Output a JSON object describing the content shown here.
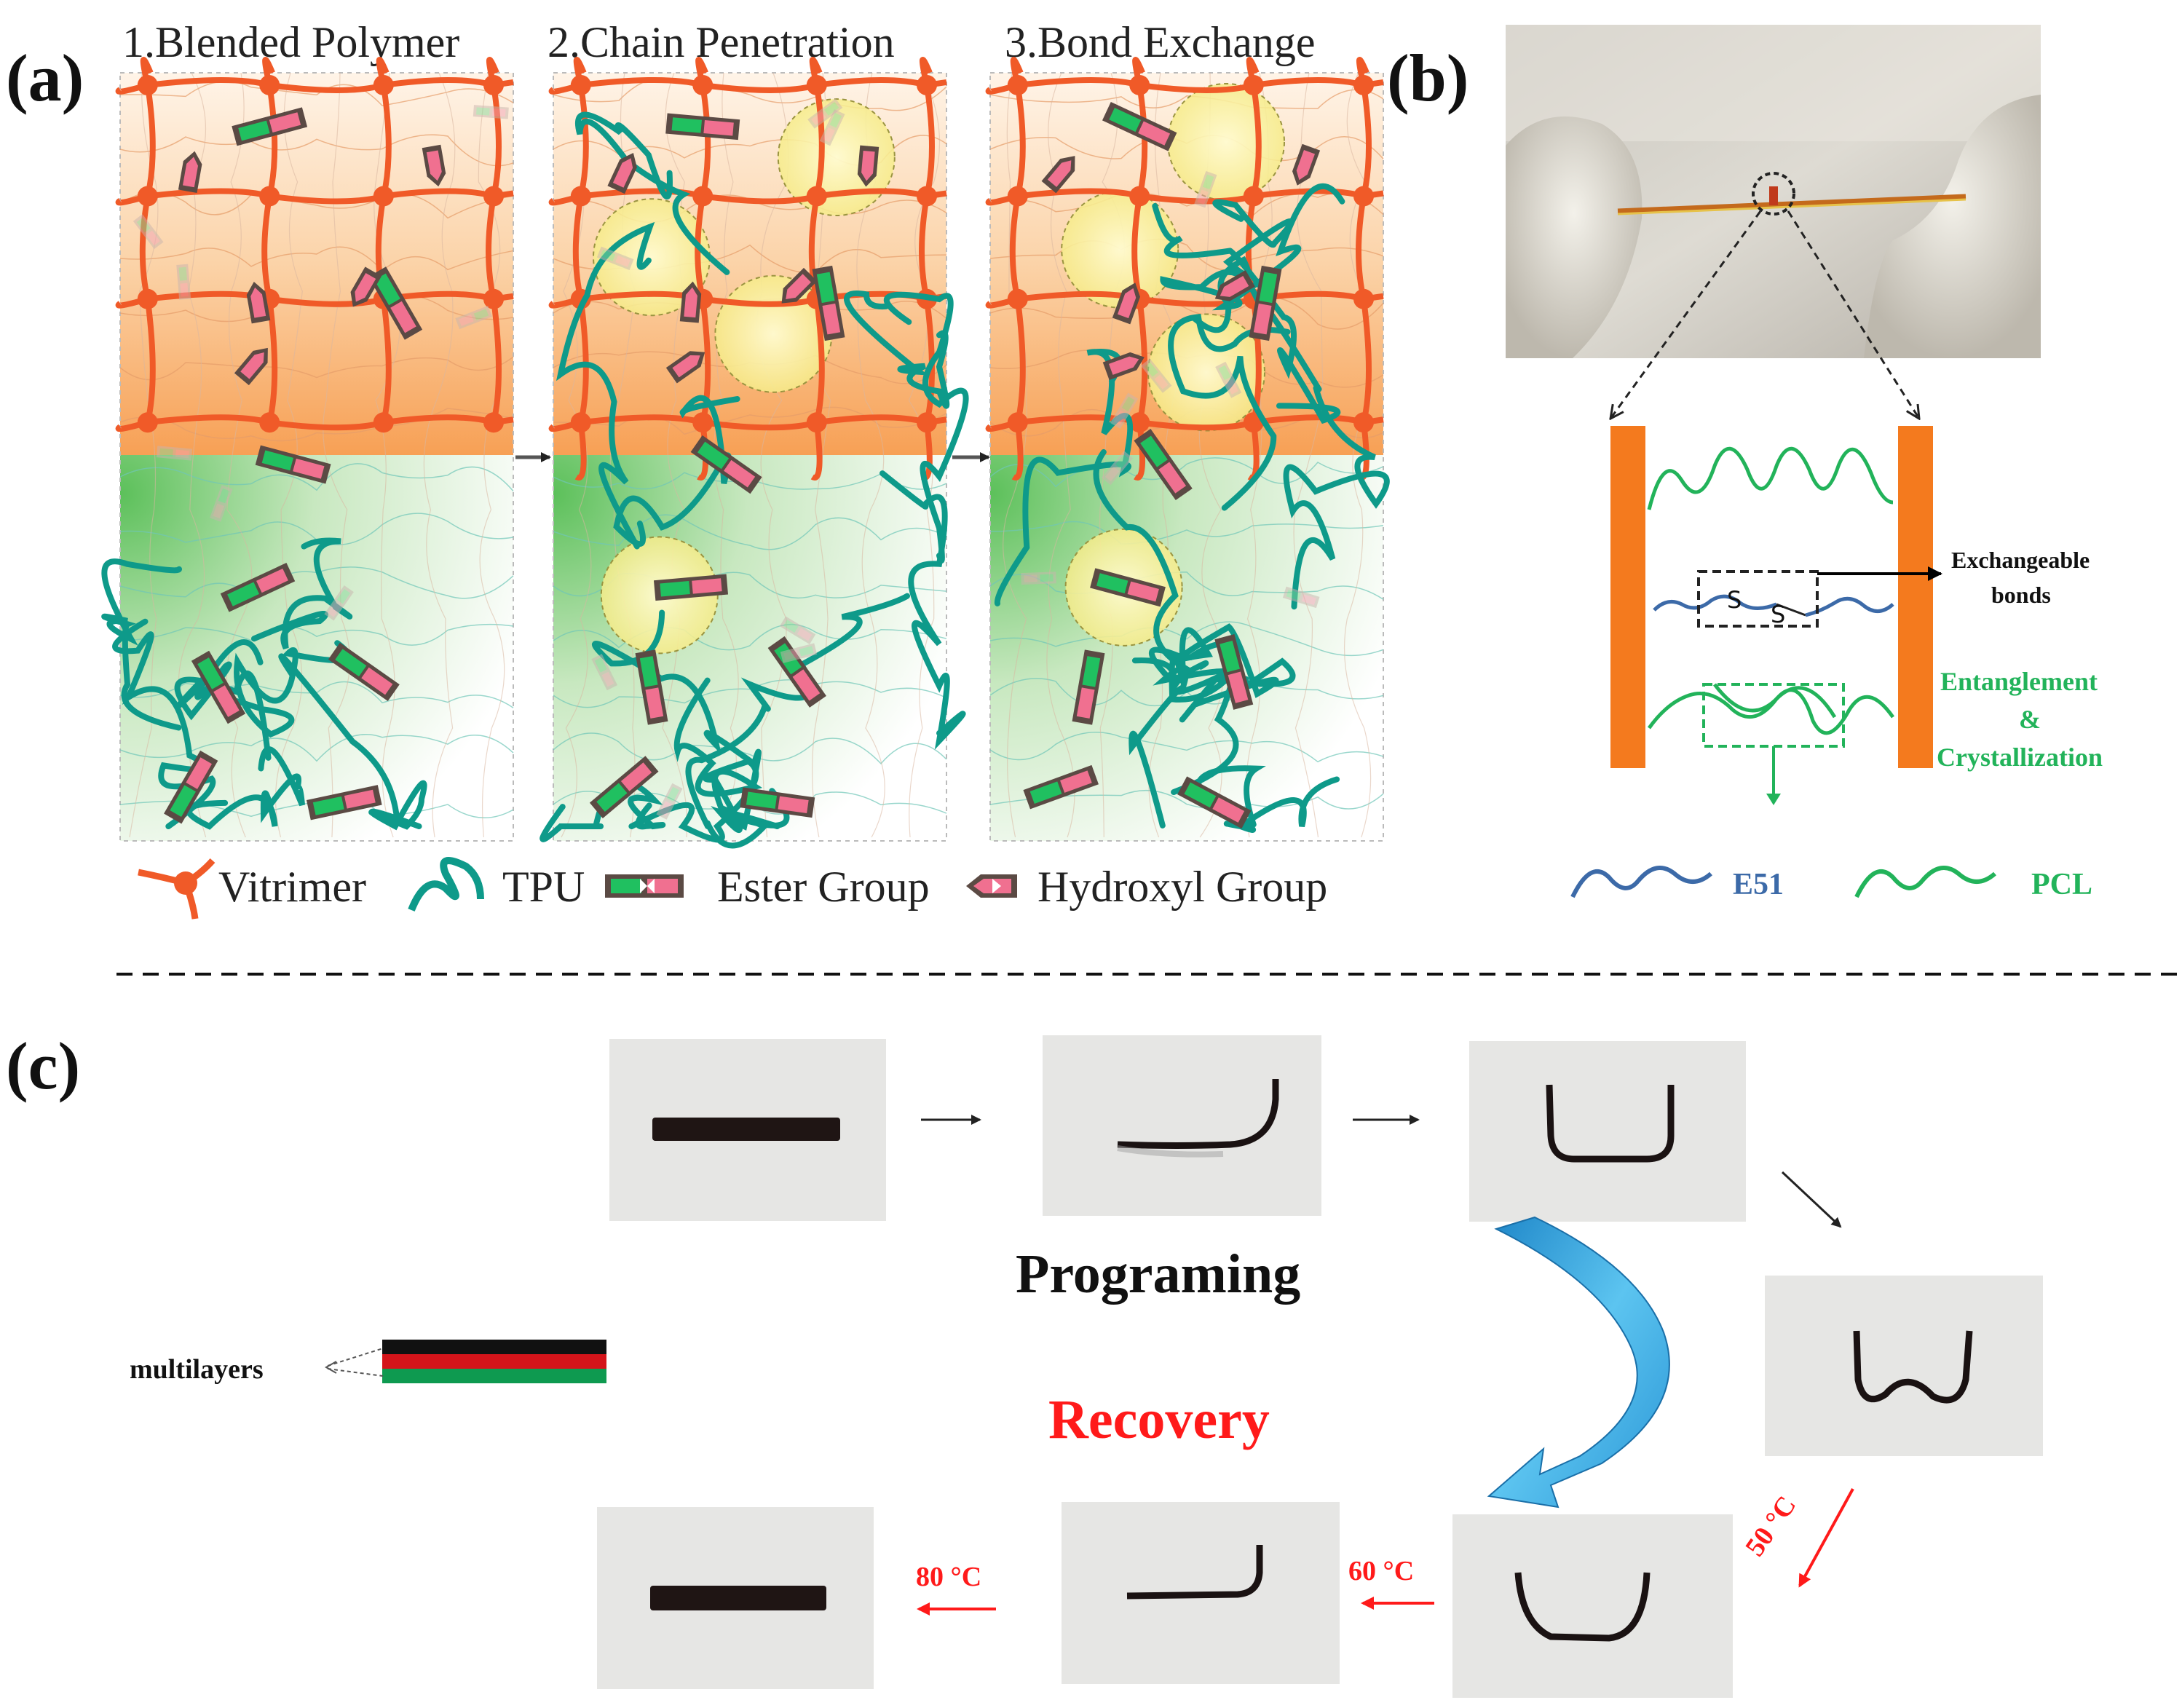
{
  "panel_a": {
    "label": "(a)",
    "steps": [
      "1.Blended Polymer",
      "2.Chain Penetration",
      "3.Bond Exchange"
    ],
    "legend": [
      "Vitrimer",
      "TPU",
      "Ester Group",
      "Hydroxyl Group"
    ]
  },
  "panel_b": {
    "label": "(b)",
    "disulfide_left": "S",
    "disulfide_right": "S",
    "annotation_exchange_line1": "Exchangeable",
    "annotation_exchange_line2": "bonds",
    "annotation_entangle_line1": "Entanglement",
    "annotation_entangle_line2": "&",
    "annotation_entangle_line3": "Crystallization",
    "legend": [
      "E51",
      "PCL"
    ]
  },
  "panel_c": {
    "label": "(c)",
    "multilayers_label": "multilayers",
    "programing_label": "Programing",
    "recovery_label": "Recovery",
    "temperatures": [
      "50 °C",
      "60 °C",
      "80 °C"
    ]
  },
  "colors": {
    "vitrimer": "#f05a28",
    "tpu": "#0e9a8a",
    "pcl": "#22b35a",
    "e51": "#3c6aa8",
    "recovery": "#ff1a1a",
    "arrow_blue": "#3aa6e0",
    "bar_orange": "#f47a1e"
  },
  "icons": [
    "vitrimer-node-icon",
    "tpu-chain-icon",
    "ester-group-icon",
    "hydroxyl-group-icon",
    "curved-arrow-icon"
  ]
}
